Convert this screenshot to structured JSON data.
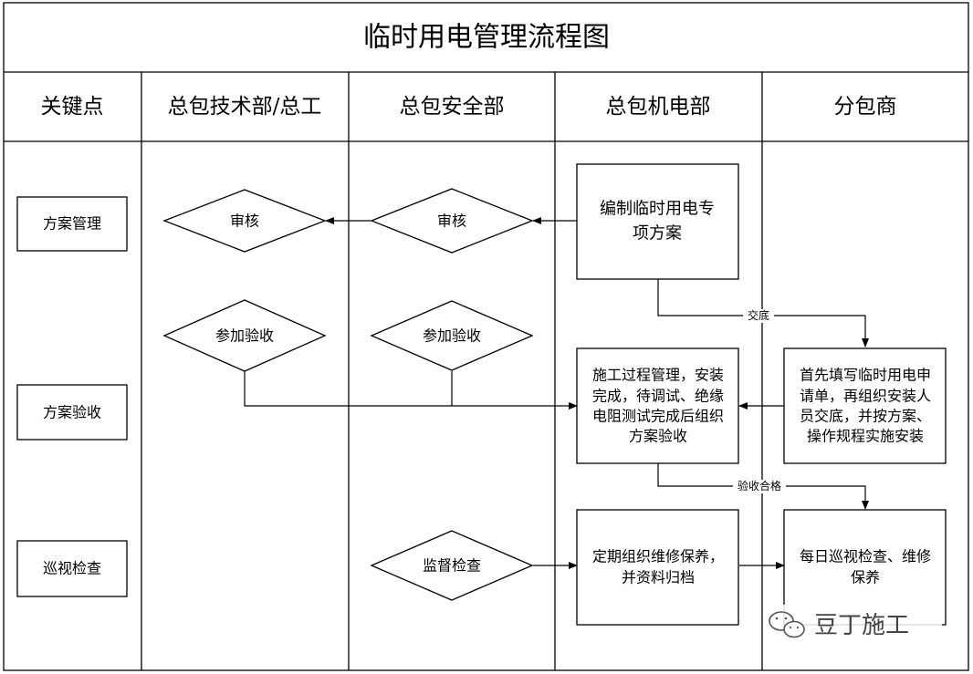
{
  "title": "临时用电管理流程图",
  "columns": [
    "关键点",
    "总包技术部/总工",
    "总包安全部",
    "总包机电部",
    "分包商"
  ],
  "key_points": [
    "方案管理",
    "方案验收",
    "巡视检查"
  ],
  "nodes": {
    "tech_review": "审核",
    "safety_review": "审核",
    "prepare_plan": [
      "编制临时用电专",
      "项方案"
    ],
    "tech_acceptance": "参加验收",
    "safety_acceptance": "参加验收",
    "construction": [
      "施工过程管理，安装",
      "完成，待调试、绝缘",
      "电阻测试完成后组织",
      "方案验收"
    ],
    "subcontractor_install": [
      "首先填写临时用电申",
      "请单，再组织安装人",
      "员交底，并按方案、",
      "操作规程实施安装"
    ],
    "supervise": "监督检查",
    "maintenance": [
      "定期组织维修保养，",
      "并资料归档"
    ],
    "daily_inspection": [
      "每日巡视检查、维修",
      "保养"
    ]
  },
  "edge_labels": {
    "handover": "交底",
    "accepted": "验收合格"
  },
  "watermark": "豆丁施工"
}
